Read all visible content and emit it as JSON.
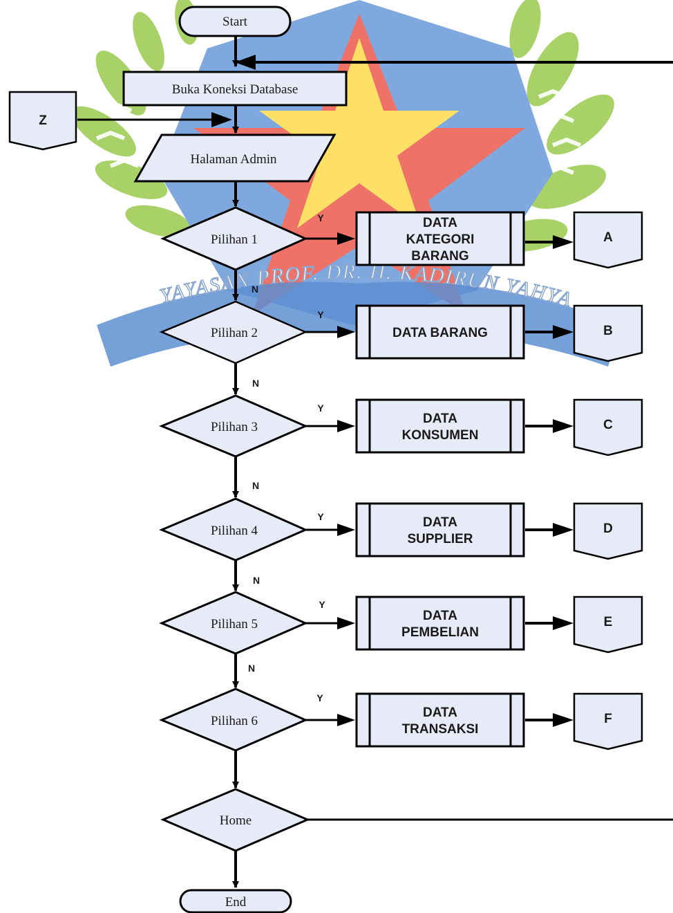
{
  "watermark": {
    "text": "YAYASAN PROF. DR. H. KADIRUN YAHYA"
  },
  "nodes": {
    "start": "Start",
    "db": "Buka Koneksi Database",
    "admin": "Halaman  Admin",
    "z": "Z",
    "decisions": [
      "Pilihan 1",
      "Pilihan 2",
      "Pilihan 3",
      "Pilihan 4",
      "Pilihan 5",
      "Pilihan 6"
    ],
    "home": "Home",
    "end": "End"
  },
  "processes": [
    {
      "lines": [
        "DATA",
        "KATEGORI",
        "BARANG"
      ]
    },
    {
      "lines": [
        "DATA BARANG"
      ]
    },
    {
      "lines": [
        "DATA",
        "KONSUMEN"
      ]
    },
    {
      "lines": [
        "DATA",
        "SUPPLIER"
      ]
    },
    {
      "lines": [
        "DATA",
        "PEMBELIAN"
      ]
    },
    {
      "lines": [
        "DATA",
        "TRANSAKSI"
      ]
    }
  ],
  "connectors": [
    "A",
    "B",
    "C",
    "D",
    "E",
    "F"
  ],
  "labels": {
    "yes": "Y",
    "no": "N"
  },
  "colors": {
    "shape_fill": "#e6ebf7",
    "watermark_red": "#e8392c",
    "watermark_blue": "#2f6fc4",
    "watermark_yellow": "#ffd21f",
    "watermark_green": "#8fc63d"
  }
}
